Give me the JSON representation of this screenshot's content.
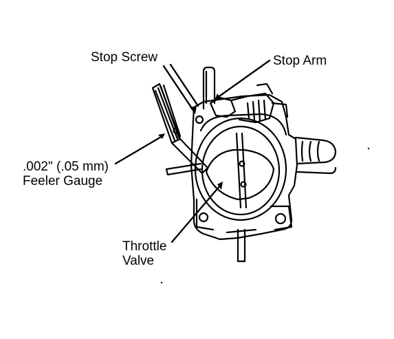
{
  "labels": {
    "stop_screw": "Stop Screw",
    "stop_arm": "Stop Arm",
    "feeler_gauge_line1": ".002\" (.05 mm)",
    "feeler_gauge_line2": "Feeler Gauge",
    "throttle_valve_line1": "Throttle",
    "throttle_valve_line2": "Valve"
  },
  "colors": {
    "ink": "#000000",
    "paper": "#ffffff"
  }
}
